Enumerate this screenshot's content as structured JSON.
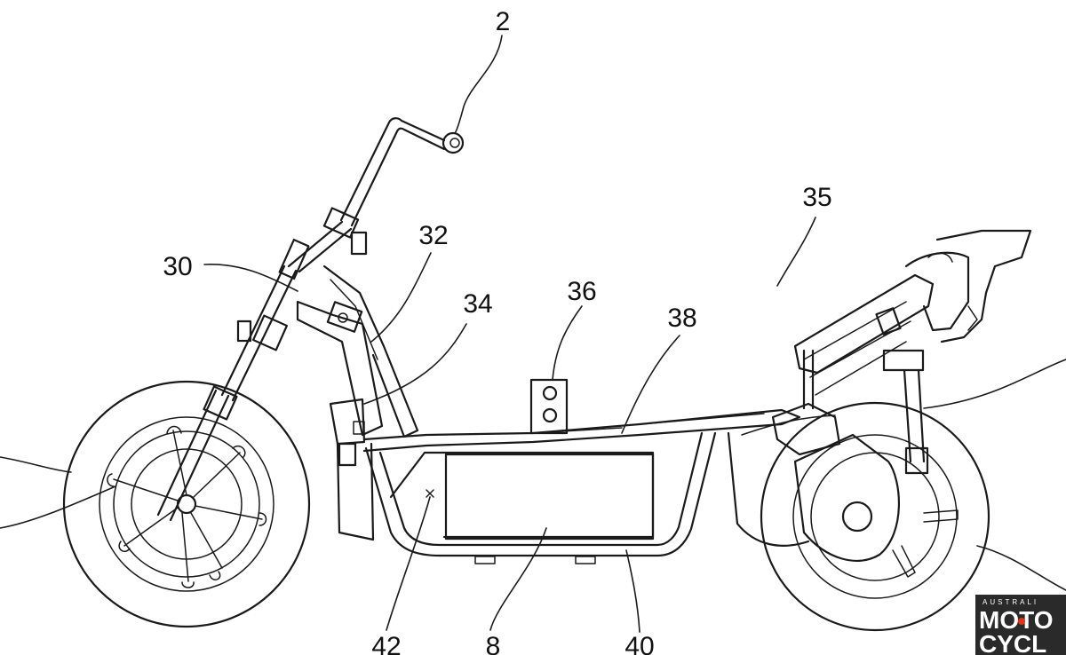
{
  "diagram": {
    "reference_numerals": [
      "2",
      "30",
      "32",
      "34",
      "35",
      "36",
      "38",
      "42",
      "8",
      "40"
    ]
  },
  "watermark": {
    "line_small": "AUSTRALI",
    "line1": "MOTO",
    "line2": "CYCL",
    "accent_color": "#e63312",
    "bg_color": "#2a2a2a"
  }
}
